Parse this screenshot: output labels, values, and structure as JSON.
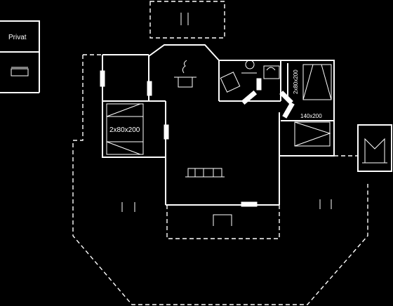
{
  "annex": {
    "label": "Privat"
  },
  "rooms": {
    "bedroom_left": {
      "bed_label": "2x80x200"
    },
    "bedroom_right": {
      "bed_label": "140x200"
    },
    "bunk_room": {
      "bed_label": "2x80x200"
    }
  }
}
